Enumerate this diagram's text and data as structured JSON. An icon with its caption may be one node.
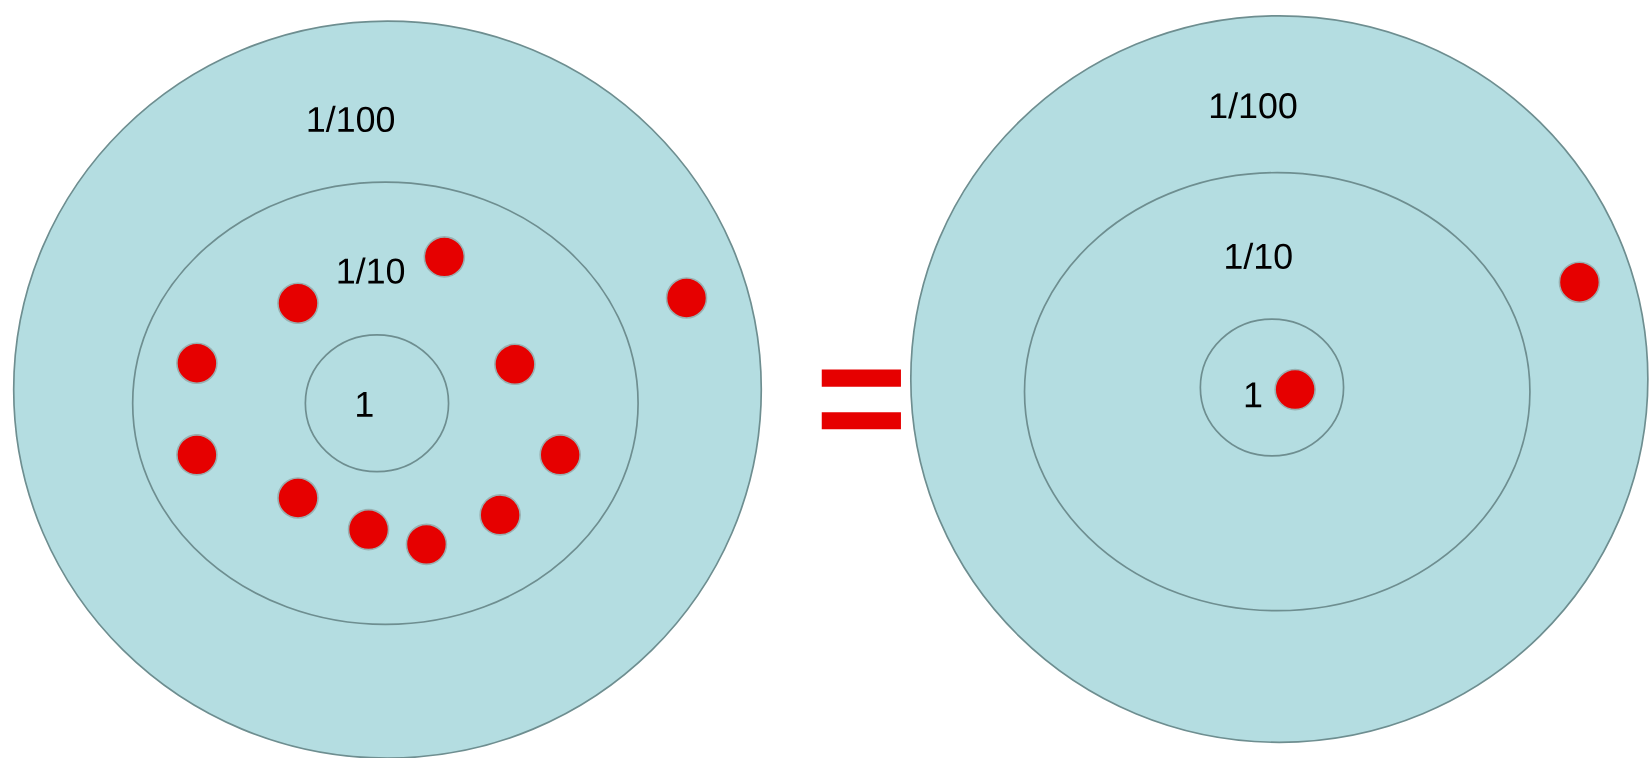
{
  "diagram": {
    "nodes": [
      {
        "text": [
          "1/100"
        ]
      },
      {
        "text": [
          "1/10"
        ],
        "in": 0
      },
      {
        "text": [
          "1"
        ],
        "in": 1
      },
      {
        "text": [],
        "shape": "circle",
        "in": 1
      },
      {
        "text": [],
        "shape": "circle",
        "in": 1
      },
      {
        "text": [],
        "shape": "circle",
        "in": 1
      },
      {
        "text": [],
        "shape": "circle",
        "in": 1
      },
      {
        "text": [],
        "shape": "circle",
        "in": 1
      },
      {
        "text": [],
        "shape": "circle",
        "in": 1
      },
      {
        "text": [],
        "shape": "circle",
        "in": 1
      },
      {
        "text": [],
        "shape": "circle",
        "in": 1
      },
      {
        "text": [],
        "shape": "circle",
        "in": 1
      },
      {
        "text": [],
        "shape": "circle",
        "in": 1
      },
      {
        "text": [],
        "shape": "circle",
        "in": 0
      },
      {
        "text": [
          "1/100"
        ]
      },
      {
        "text": [
          "1/10"
        ],
        "in": 14
      },
      {
        "text": [
          "1"
        ],
        "in": 15
      },
      {
        "text": [],
        "shape": "circle",
        "in": 14
      },
      {
        "text": [],
        "shape": "circle",
        "in": 16
      }
    ],
    "labels": [
      "="
    ]
  }
}
